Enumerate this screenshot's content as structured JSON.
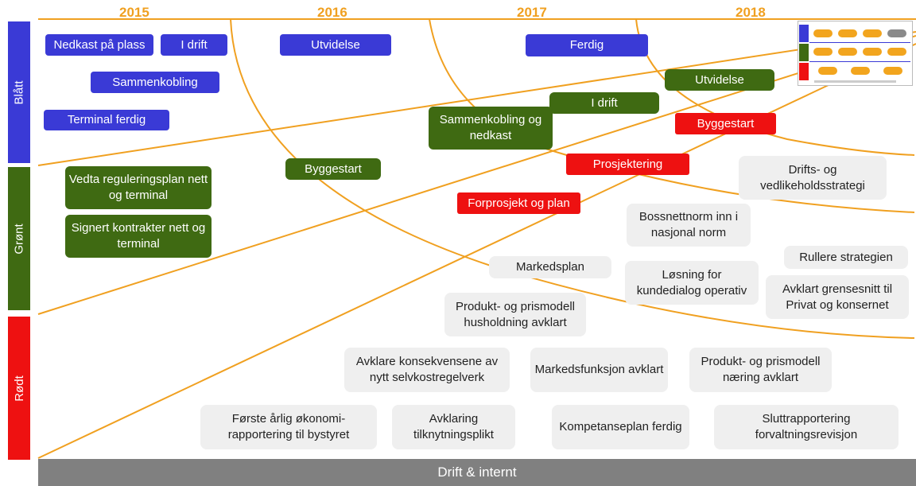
{
  "years": [
    "2015",
    "2016",
    "2017",
    "2018"
  ],
  "bands": [
    {
      "label": "Blått",
      "color": "#3a3ad6"
    },
    {
      "label": "Grønt",
      "color": "#3f6a12"
    },
    {
      "label": "Rødt",
      "color": "#ee1111"
    }
  ],
  "footer": "Drift & internt",
  "colors": {
    "blue": "#3a3ad6",
    "green": "#3f6a12",
    "red": "#ee1111",
    "grey": "#efefef",
    "line": "#f0a020"
  },
  "items": {
    "nedkast_paa_plass": "Nedkast på plass",
    "i_drift_2015": "I drift",
    "utvidelse_2016": "Utvidelse",
    "ferdig": "Ferdig",
    "sammenkobling": "Sammenkobling",
    "terminal_ferdig": "Terminal ferdig",
    "utvidelse_2018": "Utvidelse",
    "i_drift_2017": "I drift",
    "sammenkobling_nedkast": "Sammenkobling og nedkast",
    "byggestart_2018": "Byggestart",
    "byggestart_2016": "Byggestart",
    "prosjektering": "Prosjektering",
    "vedta_reguleringsplan": "Vedta reguleringsplan nett og terminal",
    "signert_kontrakter": "Signert kontrakter nett og terminal",
    "forprosjekt": "Forprosjekt og plan",
    "drifts_strategi": "Drifts- og vedlikeholdsstrategi",
    "bossnettnorm": "Bossnettnorm inn i nasjonal norm",
    "markedsplan": "Markedsplan",
    "losning_kundedialog": "Løsning for kundedialog operativ",
    "rullere": "Rullere strategien",
    "avklart_grensesnitt": "Avklart grensesnitt til Privat og konsernet",
    "produkt_husholdning": "Produkt- og prismodell husholdning avklart",
    "avklare_konsekvensene": "Avklare konsekvensene av nytt selvkostregelverk",
    "markedsfunksjon": "Markedsfunksjon avklart",
    "produkt_naering": "Produkt- og prismodell næring avklart",
    "forste_aarlig": "Første årlig økonomi-rapportering  til bystyret",
    "avklaring_tilknytning": "Avklaring tilknytningsplikt",
    "kompetanseplan": "Kompetanseplan ferdig",
    "sluttrapportering": "Sluttrapportering forvaltningsrevisjon"
  }
}
